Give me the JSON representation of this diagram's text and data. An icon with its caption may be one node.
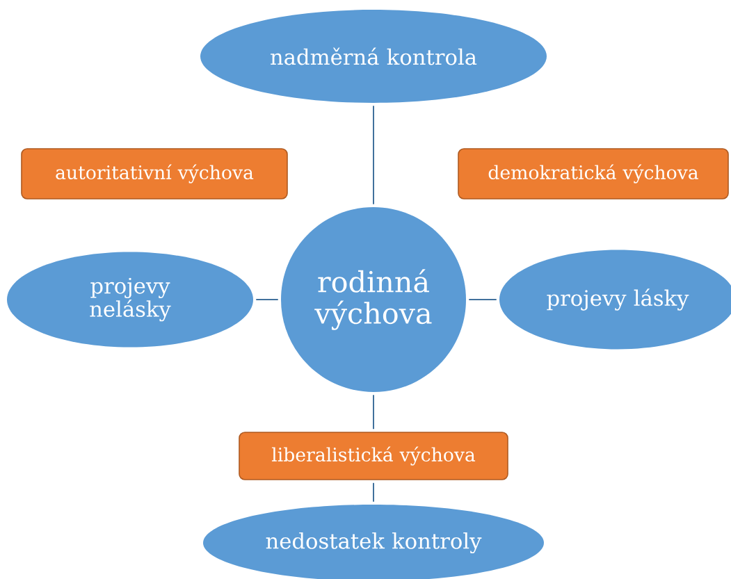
{
  "diagram": {
    "nodes": [
      {
        "text": [
          "nadměrná kontrola"
        ]
      },
      {
        "text": [
          "autoritativní výchova"
        ]
      },
      {
        "text": [
          "demokratická výchova"
        ]
      },
      {
        "text": [
          "projevy nelásky"
        ]
      },
      {
        "text": [
          "rodinná výchova"
        ]
      },
      {
        "text": [
          "projevy lásky"
        ]
      },
      {
        "text": [
          "liberalistická výchova"
        ]
      },
      {
        "text": [
          "nedostatek kontroly"
        ]
      }
    ],
    "edges": [
      {
        "from": 4,
        "to": 0,
        "arrow": "none"
      },
      {
        "from": 4,
        "to": 3,
        "arrow": "none"
      },
      {
        "from": 4,
        "to": 5,
        "arrow": "none"
      },
      {
        "from": 4,
        "to": 6,
        "arrow": "none"
      },
      {
        "from": 6,
        "to": 7,
        "arrow": "none"
      }
    ]
  }
}
